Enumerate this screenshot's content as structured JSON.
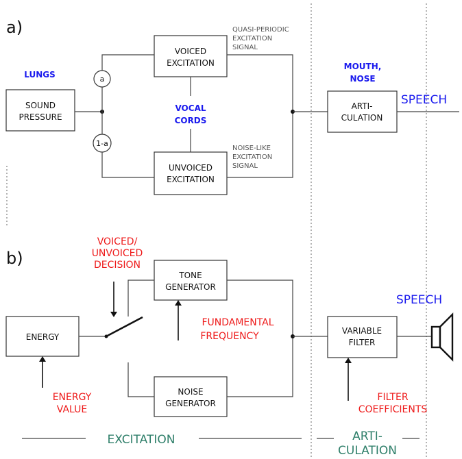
{
  "part_a": {
    "label": "a)",
    "lungs": "LUNGS",
    "sound_pressure": [
      "SOUND",
      "PRESSURE"
    ],
    "switch_a": "a",
    "switch_1a": "1-a",
    "voiced_excitation": [
      "VOICED",
      "EXCITATION"
    ],
    "unvoiced_excitation": [
      "UNVOICED",
      "EXCITATION"
    ],
    "vocal_cords": [
      "VOCAL",
      "CORDS"
    ],
    "quasi_periodic": [
      "QUASI-PERIODIC",
      "EXCITATION",
      "SIGNAL"
    ],
    "noise_like": [
      "NOISE-LIKE",
      "EXCITATION",
      "SIGNAL"
    ],
    "mouth_nose": [
      "MOUTH,",
      "NOSE"
    ],
    "articulation": [
      "ARTI-",
      "CULATION"
    ],
    "speech": "SPEECH"
  },
  "part_b": {
    "label": "b)",
    "decision": [
      "VOICED/",
      "UNVOICED",
      "DECISION"
    ],
    "tone_generator": [
      "TONE",
      "GENERATOR"
    ],
    "energy": "ENERGY",
    "fundamental": [
      "FUNDAMENTAL",
      "FREQUENCY"
    ],
    "variable_filter": [
      "VARIABLE",
      "FILTER"
    ],
    "speech": "SPEECH",
    "energy_value": [
      "ENERGY",
      "VALUE"
    ],
    "noise_generator": [
      "NOISE",
      "GENERATOR"
    ],
    "filter_coefficients": [
      "FILTER",
      "COEFFICIENTS"
    ]
  },
  "footer": {
    "excitation": "EXCITATION",
    "articulation": [
      "ARTI-",
      "CULATION"
    ]
  },
  "colors": {
    "blue_label": "#1a1aee",
    "red_label": "#ee1a1a",
    "teal_label": "#2f7f6a"
  }
}
